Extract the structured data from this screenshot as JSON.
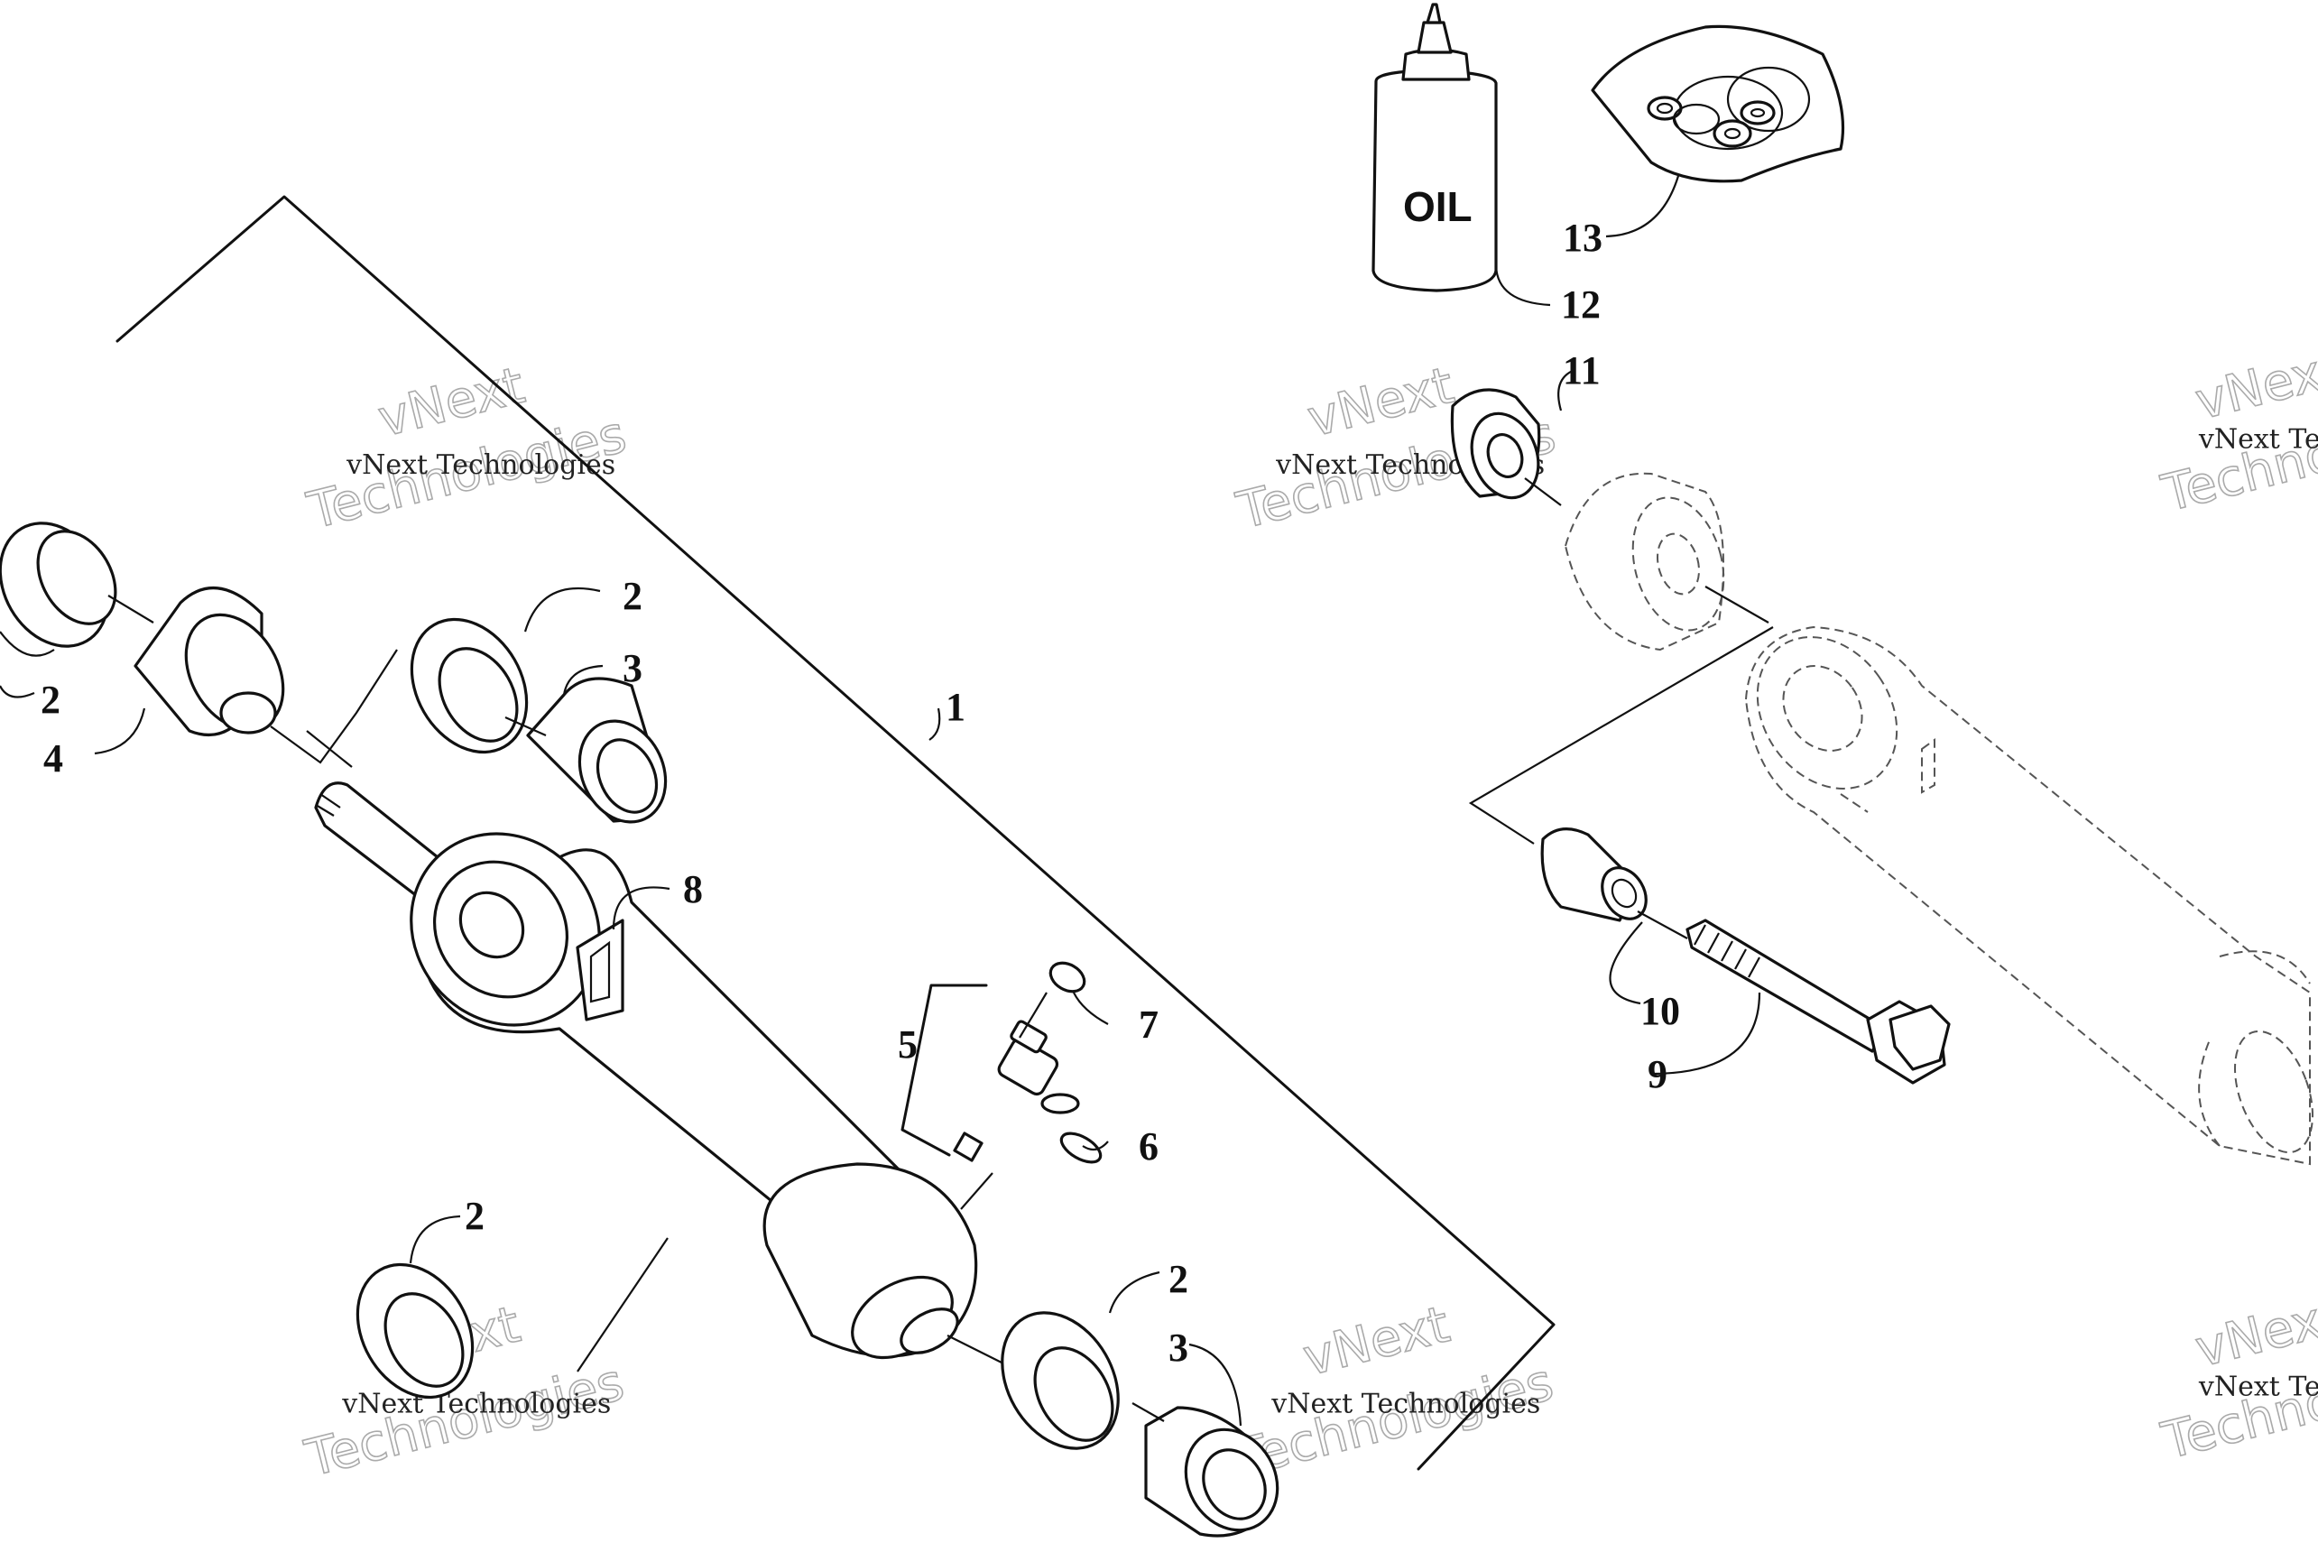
{
  "diagram": {
    "callouts": {
      "c1": "1",
      "c2a": "2",
      "c2b": "2",
      "c2c": "2",
      "c2d": "2",
      "c3a": "3",
      "c3b": "3",
      "c4": "4",
      "c5": "5",
      "c6": "6",
      "c7": "7",
      "c8": "8",
      "c9": "9",
      "c10": "10",
      "c11": "11",
      "c12": "12",
      "c13": "13"
    },
    "oil_label": "OIL",
    "watermarks": {
      "small": "vNext Technologies",
      "big_line1": "vNext",
      "big_line2": "Technologies"
    }
  }
}
